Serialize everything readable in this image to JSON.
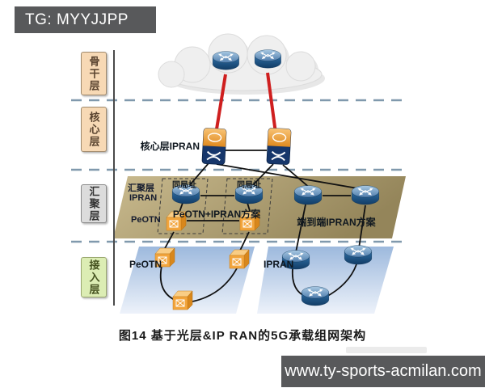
{
  "watermarks": {
    "top_left": "TG: MYYJJPP",
    "bottom_right": "www.ty-sports-acmilan.com"
  },
  "layer_labels": {
    "backbone": "骨干层",
    "core": "核心层",
    "aggregation": "汇聚层",
    "access": "接入层"
  },
  "diagram": {
    "core_label": "核心层IPRAN",
    "agg_region_line1": "汇聚层",
    "agg_region_line2": "IPRAN",
    "agg_peotn_label": "PeOTN",
    "same_site_left": "同局址",
    "same_site_right": "同局址",
    "scheme_left": "PeOTN+IPRAN方案",
    "scheme_right": "端到端IPRAN方案",
    "access_peotn_label": "PeOTN",
    "access_ipran_label": "IPRAN"
  },
  "caption": "图14  基于光层&IP RAN的5G承载组网架构",
  "icons": {
    "router": "router-icon",
    "otn_cube": "otn-cube-icon",
    "core_device": "core-ipran-device-icon",
    "cloud": "backbone-cloud"
  },
  "colors": {
    "accent_red": "#cf1f1f",
    "watermark_bg": "#58595b",
    "plane_tan": "#b3a377",
    "plane_blue": "#a9c2e2",
    "layer_peach": "#f7d9b5",
    "layer_gray": "#dcdcdc",
    "layer_green": "#dcedb4",
    "dashed_line": "#8099ad"
  }
}
